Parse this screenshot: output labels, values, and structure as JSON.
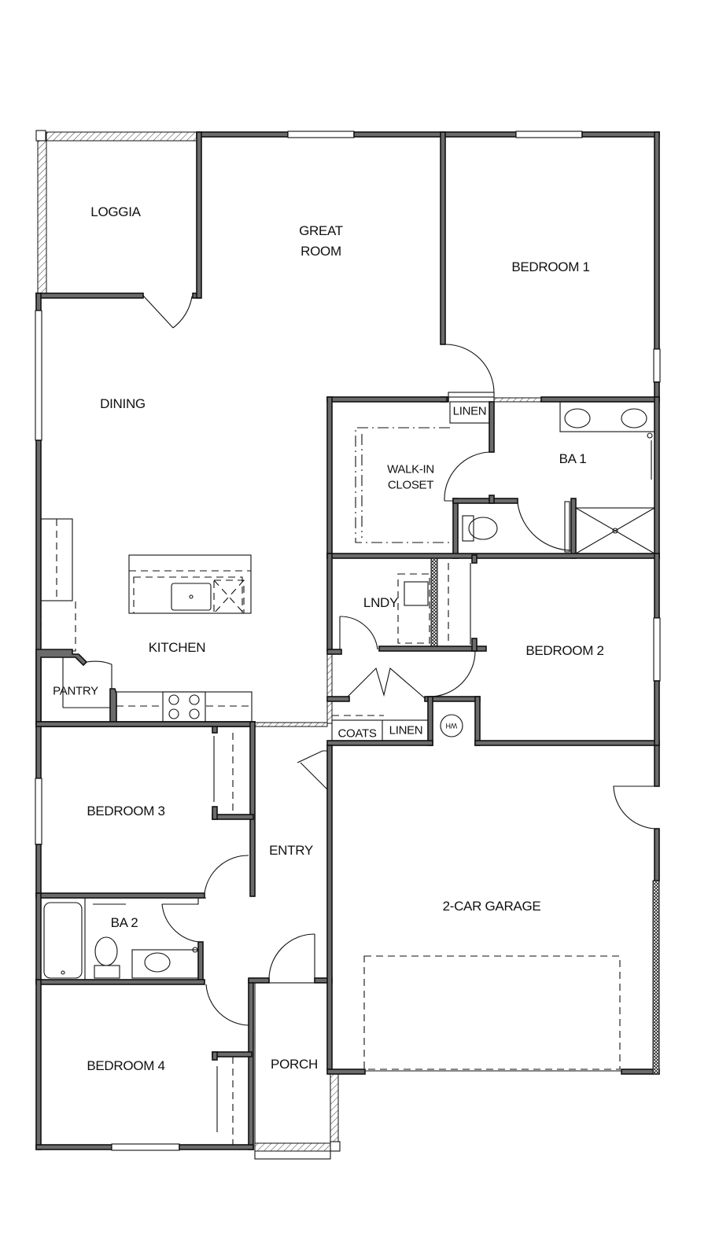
{
  "plan": {
    "type": "floor-plan",
    "rooms": {
      "loggia": "LOGGIA",
      "great_room_1": "GREAT",
      "great_room_2": "ROOM",
      "bedroom1": "BEDROOM 1",
      "dining": "DINING",
      "linen_master": "LINEN",
      "walkin_1": "WALK-IN",
      "walkin_2": "CLOSET",
      "ba1": "BA 1",
      "kitchen": "KITCHEN",
      "pantry": "PANTRY",
      "lndy": "LNDY",
      "bedroom2": "BEDROOM 2",
      "coats": "COATS",
      "linen_hall": "LINEN",
      "water_heater": "WH",
      "bedroom3": "BEDROOM 3",
      "entry": "ENTRY",
      "garage": "2-CAR GARAGE",
      "ba2": "BA 2",
      "bedroom4": "BEDROOM 4",
      "porch": "PORCH"
    },
    "colors": {
      "wall_fill": "#6b6b6b",
      "line": "#111111",
      "background": "#ffffff"
    }
  }
}
